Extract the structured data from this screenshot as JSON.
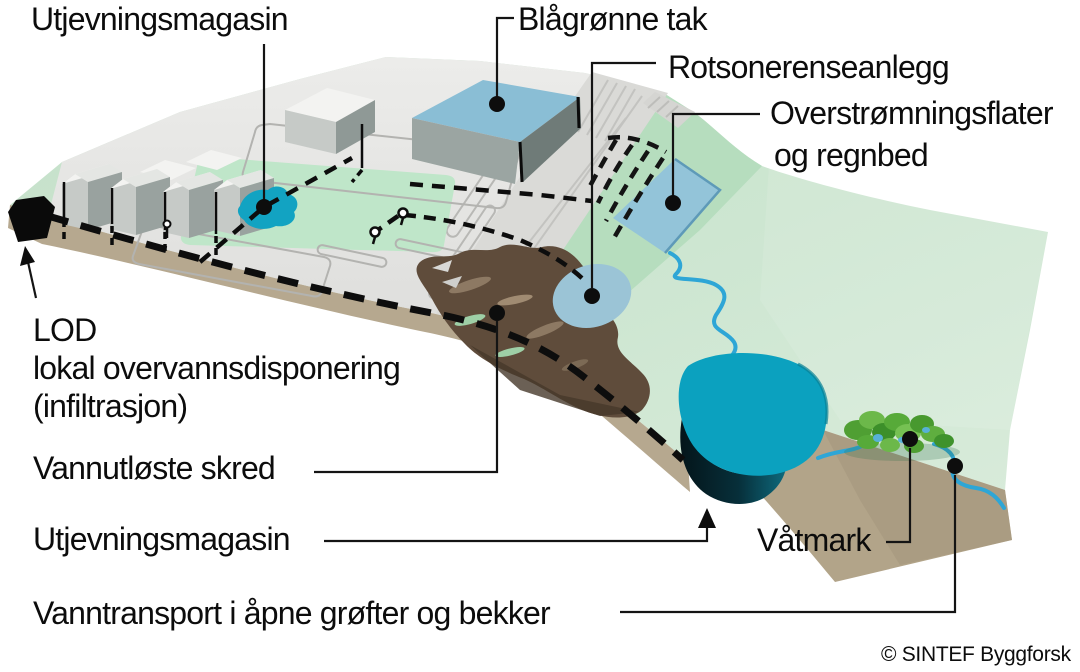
{
  "diagram": {
    "labels": {
      "utjevningsmagasin_top": "Utjevningsmagasin",
      "blagronne_tak": "Blågrønne tak",
      "rotsonerenseanlegg": "Rotsonerenseanlegg",
      "overstromningsflater_line1": "Overstrømningsflater",
      "overstromningsflater_line2": "og regnbed",
      "lod_line1": "LOD",
      "lod_line2": "lokal overvannsdisponering",
      "lod_line3": "(infiltrasjon)",
      "vannutloste_skred": "Vannutløste skred",
      "utjevningsmagasin_bottom": "Utjevningsmagasin",
      "vatmark": "Våtmark",
      "vanntransport": "Vanntransport i åpne grøfter og bekker"
    },
    "copyright": "© SINTEF Byggforsk",
    "colors": {
      "water_teal": "#0ba1bf",
      "water_light_blue": "#93c4d9",
      "stream_blue": "#2ea6d6",
      "terrain_green": "#cde6d1",
      "lawn_green": "#bfe6c9",
      "soil_brown": "#b5a78f",
      "landslide_brown": "#5f4c3b",
      "roof_blue": "#8abed5",
      "platform_gray": "#e7e7e5",
      "line_black": "#111111"
    }
  }
}
